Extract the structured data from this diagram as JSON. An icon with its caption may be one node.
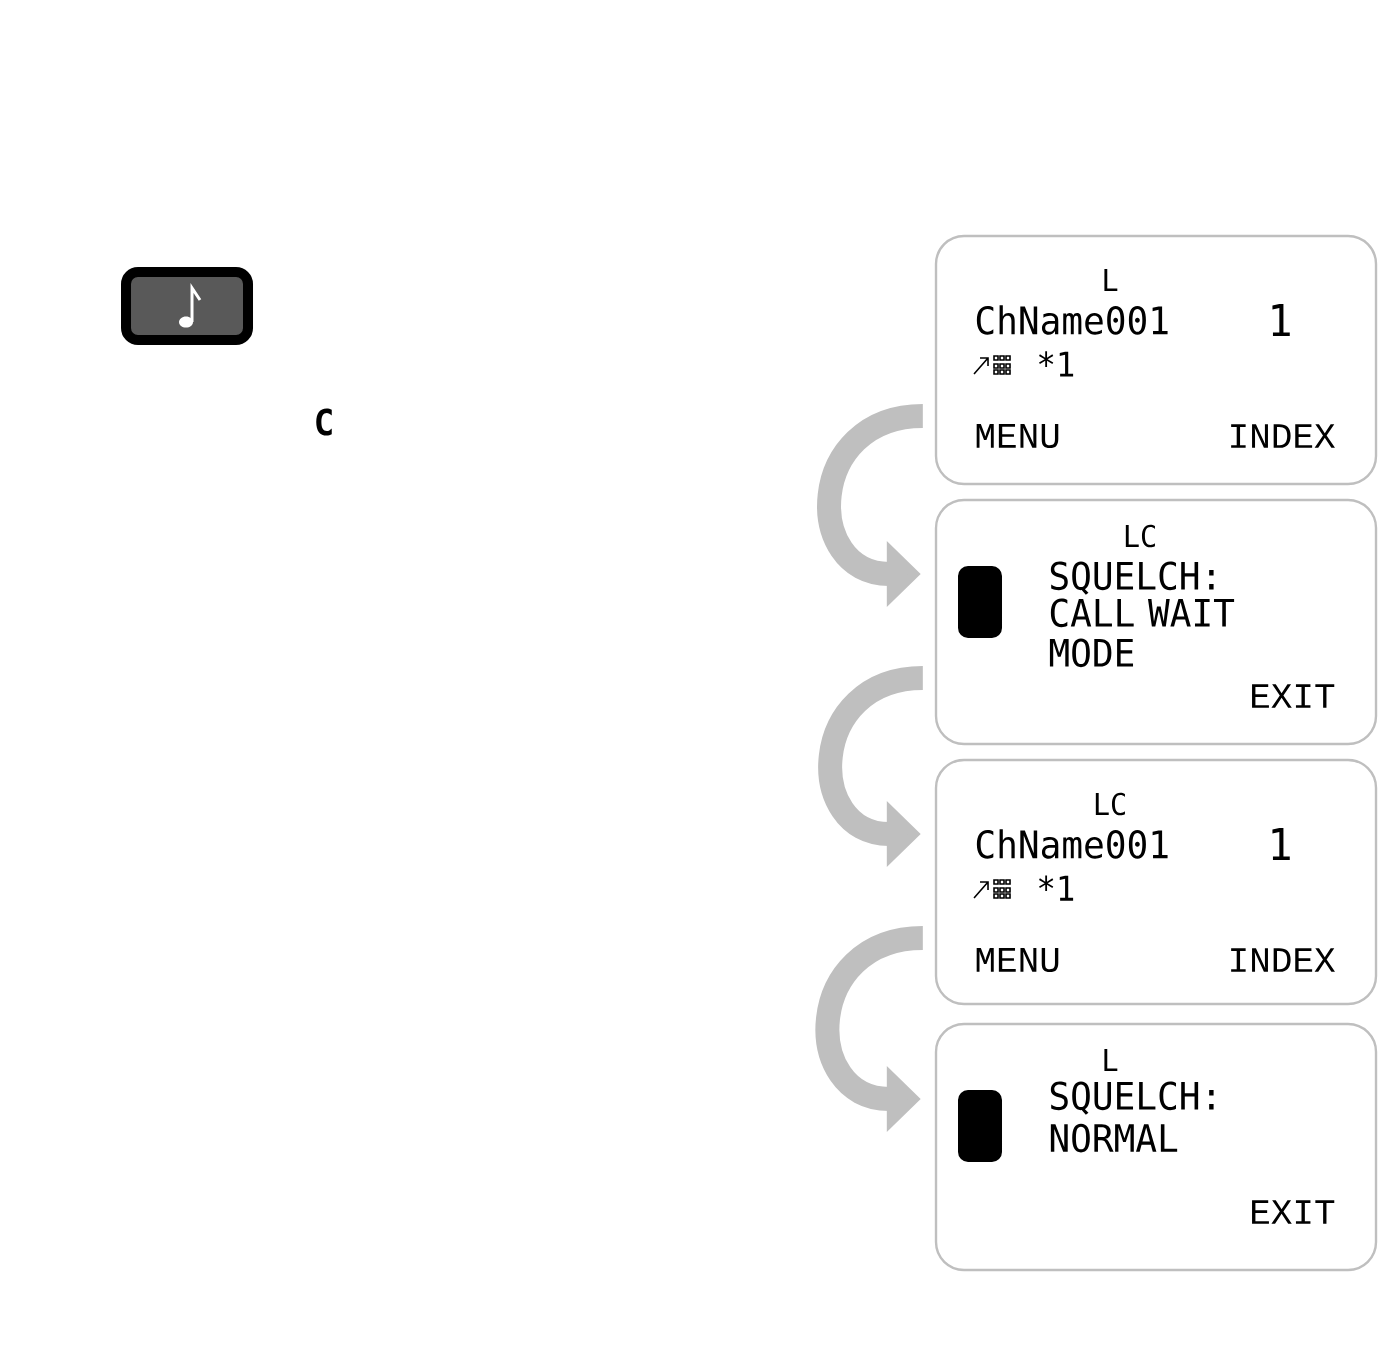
{
  "diagram": {
    "nodes": [
      {
        "text": [
          "L",
          "ChName001",
          "1",
          "*1",
          "MENU",
          "INDEX"
        ]
      },
      {
        "text": [
          "LC",
          "SQUELCH:",
          "CALL WAIT MODE",
          "EXIT"
        ]
      },
      {
        "text": [
          "LC",
          "ChName001",
          "1",
          "*1",
          "MENU",
          "INDEX"
        ]
      },
      {
        "text": [
          "L",
          "SQUELCH:",
          "NORMAL",
          "EXIT"
        ]
      }
    ],
    "edges": [
      {
        "from": 0,
        "to": 1,
        "arrow": "to"
      },
      {
        "from": 1,
        "to": 2,
        "arrow": "to"
      },
      {
        "from": 2,
        "to": 3,
        "arrow": "to"
      }
    ],
    "labels": [
      "C"
    ]
  }
}
